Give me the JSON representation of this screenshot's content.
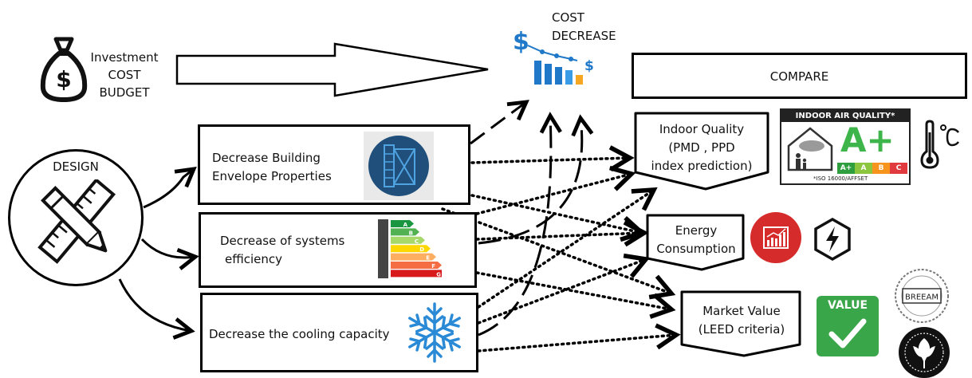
{
  "investment": {
    "line1": "Investment",
    "line2": "COST",
    "line3": "BUDGET"
  },
  "cost_decrease": {
    "line1": "COST",
    "line2": "DECREASE"
  },
  "compare": {
    "label": "COMPARE"
  },
  "design": {
    "label": "DESIGN"
  },
  "actions": {
    "envelope": {
      "line1": "Decrease Building",
      "line2": "Envelope Properties"
    },
    "systems": {
      "line1": "Decrease of systems",
      "line2": "efficiency"
    },
    "cooling": {
      "label": "Decrease the cooling capacity"
    }
  },
  "outcomes": {
    "indoor": {
      "line1": "Indoor Quality",
      "line2": "(PMD , PPD",
      "line3": "index prediction)"
    },
    "energy": {
      "line1": "Energy",
      "line2": "Consumption"
    },
    "market": {
      "line1": "Market Value",
      "line2": "(LEED criteria)"
    }
  },
  "iaq_badge": {
    "title": "INDOOR AIR QUALITY*",
    "grade": "A+",
    "scale": [
      "A+",
      "A",
      "B",
      "C"
    ],
    "footnote": "*ISO 16000/AFFSET"
  },
  "value_badge": {
    "label": "VALUE"
  },
  "breeam": {
    "label": "BREEAM"
  },
  "energy_label_letters": [
    "A",
    "B",
    "C",
    "D",
    "E",
    "F",
    "G"
  ],
  "colors": {
    "energy_icon": "#d62b2b",
    "value_badge": "#3aa64a",
    "envelope_icon": "#1f4f7a",
    "snowflake": "#2a8ad6",
    "iaq_green": "#3db54a"
  }
}
